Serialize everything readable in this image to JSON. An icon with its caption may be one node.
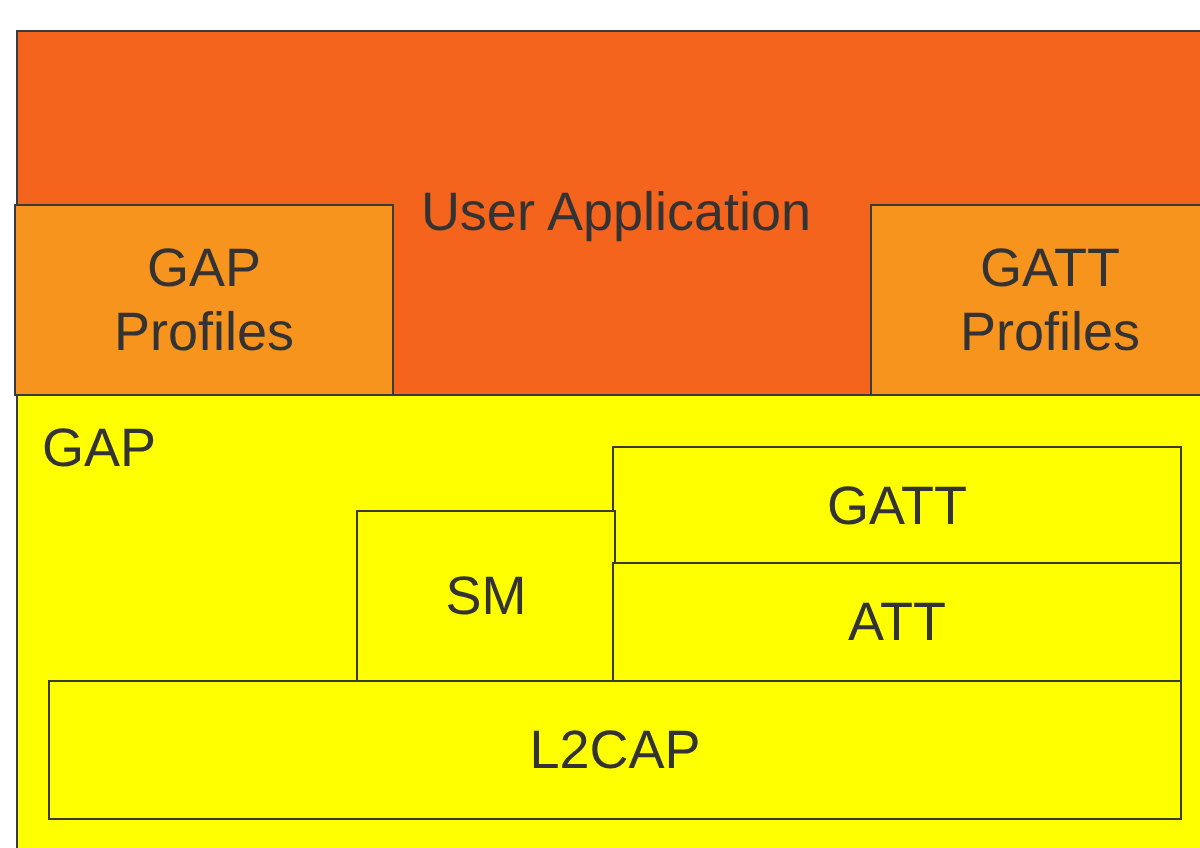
{
  "diagram": {
    "nodes": [
      {
        "text": [
          "User Application"
        ]
      },
      {
        "text": [
          "GAP Profiles"
        ],
        "in": 0
      },
      {
        "text": [
          "GATT Profiles"
        ],
        "in": 0
      },
      {
        "text": [
          "GAP"
        ]
      },
      {
        "text": [
          "GATT"
        ],
        "in": 3
      },
      {
        "text": [
          "SM"
        ],
        "in": 3
      },
      {
        "text": [
          "ATT"
        ],
        "in": 3
      },
      {
        "text": [
          "L2CAP"
        ],
        "in": 3
      }
    ]
  }
}
